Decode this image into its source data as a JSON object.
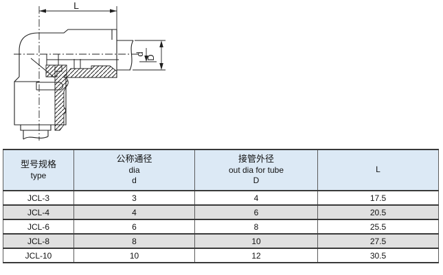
{
  "drawing": {
    "dim_length_label": "L",
    "dim_inner_dia_label": "d",
    "dim_outer_dia_label": "D"
  },
  "table": {
    "headers": {
      "col1": {
        "line1": "型号规格",
        "line2": "type"
      },
      "col2": {
        "line1": "公称通径",
        "line2": "dia",
        "line3": "d"
      },
      "col3": {
        "line1": "接管外径",
        "line2": "out dia for tube",
        "line3": "D"
      },
      "col4": {
        "line1": "L"
      }
    },
    "rows": [
      [
        "JCL-3",
        "3",
        "4",
        "17.5"
      ],
      [
        "JCL-4",
        "4",
        "6",
        "20.5"
      ],
      [
        "JCL-6",
        "6",
        "8",
        "25.5"
      ],
      [
        "JCL-8",
        "8",
        "10",
        "27.5"
      ],
      [
        "JCL-10",
        "10",
        "12",
        "30.5"
      ]
    ]
  },
  "colors": {
    "header_bg": "#dce9f5",
    "alt_row_bg": "#e0e0e0",
    "line": "#1f1f1f"
  }
}
